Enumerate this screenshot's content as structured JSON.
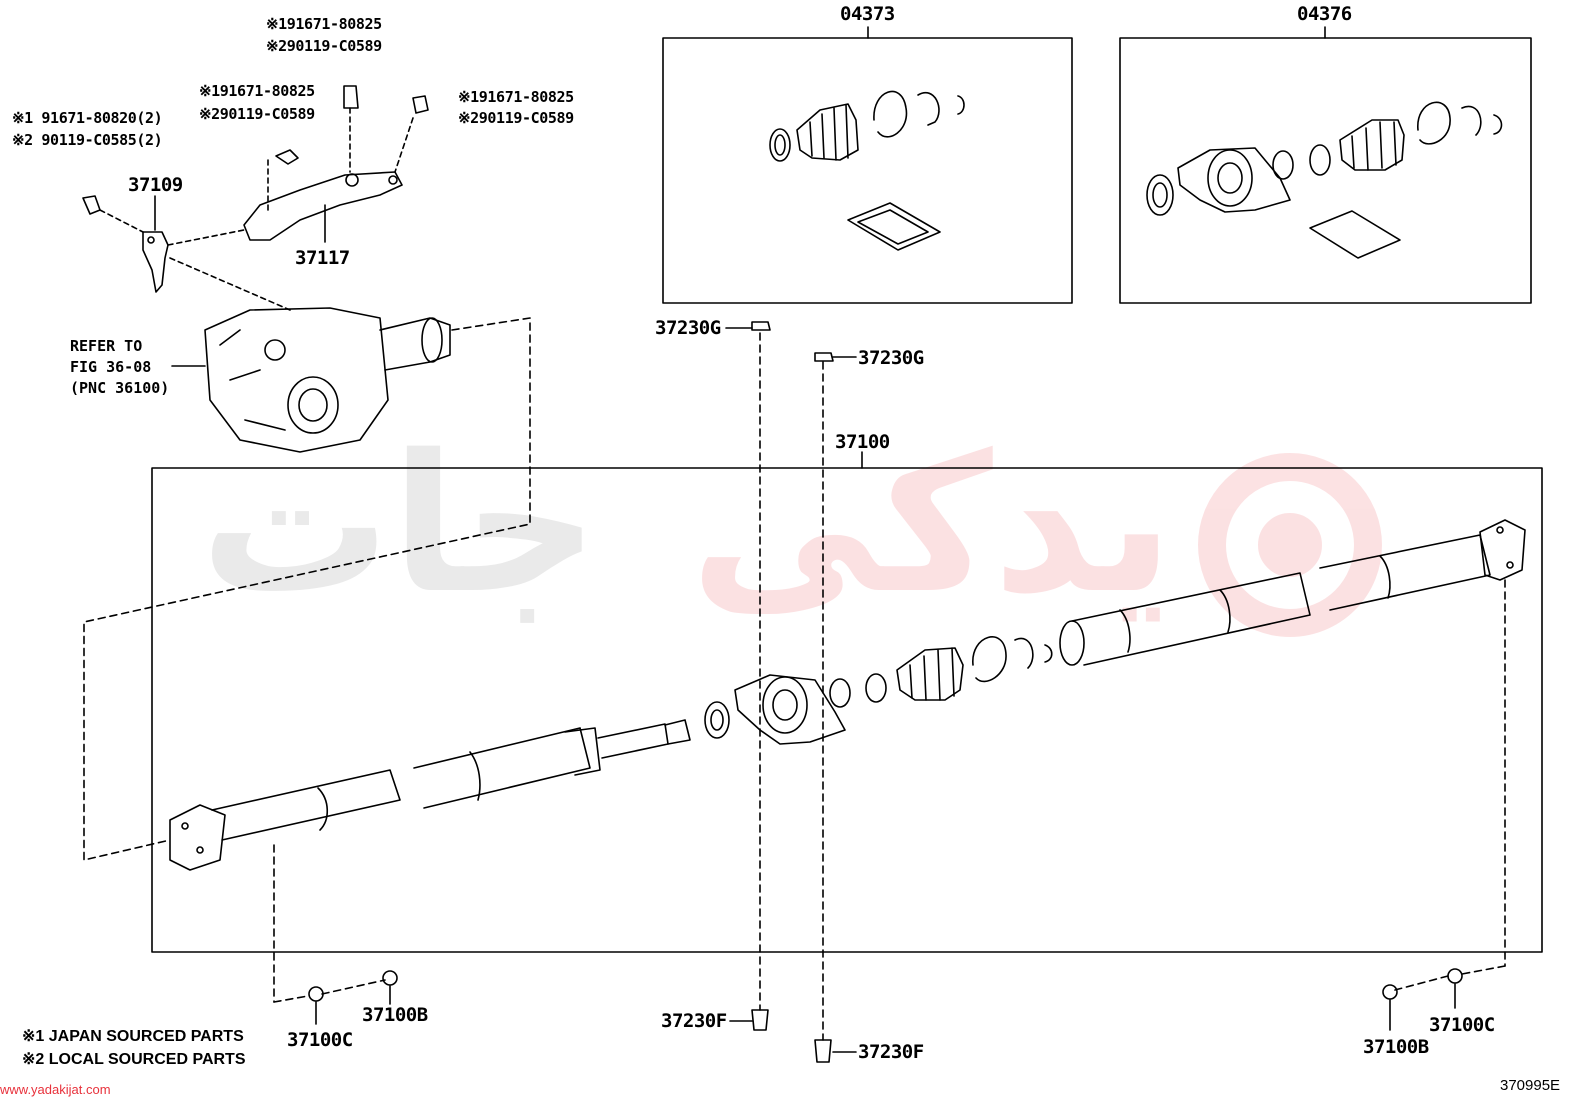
{
  "watermark": {
    "text_gray": "جات",
    "text_red": "یدکی",
    "site": "www.yadakijat.com"
  },
  "colors": {
    "line": "#000000",
    "watermark_red": "#e8323c",
    "watermark_gray": "#6e6e6e"
  },
  "labels": {
    "pn_37109": "37109",
    "pn_37117": "37117",
    "pn_04373": "04373",
    "pn_04376": "04376",
    "pn_37100": "37100",
    "pn_37230g_a": "37230G",
    "pn_37230g_b": "37230G",
    "pn_37230f_a": "37230F",
    "pn_37230f_b": "37230F",
    "pn_37100c_a": "37100C",
    "pn_37100b_a": "37100B",
    "pn_37100c_b": "37100C",
    "pn_37100b_b": "37100B",
    "diagram_id": "370995E"
  },
  "notes": {
    "bolt_top_1": "※191671-80825",
    "bolt_top_2": "※290119-C0589",
    "bolt_mid_1": "※191671-80825",
    "bolt_mid_2": "※290119-C0589",
    "bolt_right_1": "※191671-80825",
    "bolt_right_2": "※290119-C0589",
    "bolt_left_1": "※1 91671-80820(2)",
    "bolt_left_2": "※2 90119-C0585(2)"
  },
  "refer": {
    "line1": "REFER TO",
    "line2": "FIG 36-08",
    "line3": "(PNC 36100)"
  },
  "legend": {
    "item1": "※1 JAPAN SOURCED PARTS",
    "item2": "※2 LOCAL SOURCED PARTS"
  }
}
